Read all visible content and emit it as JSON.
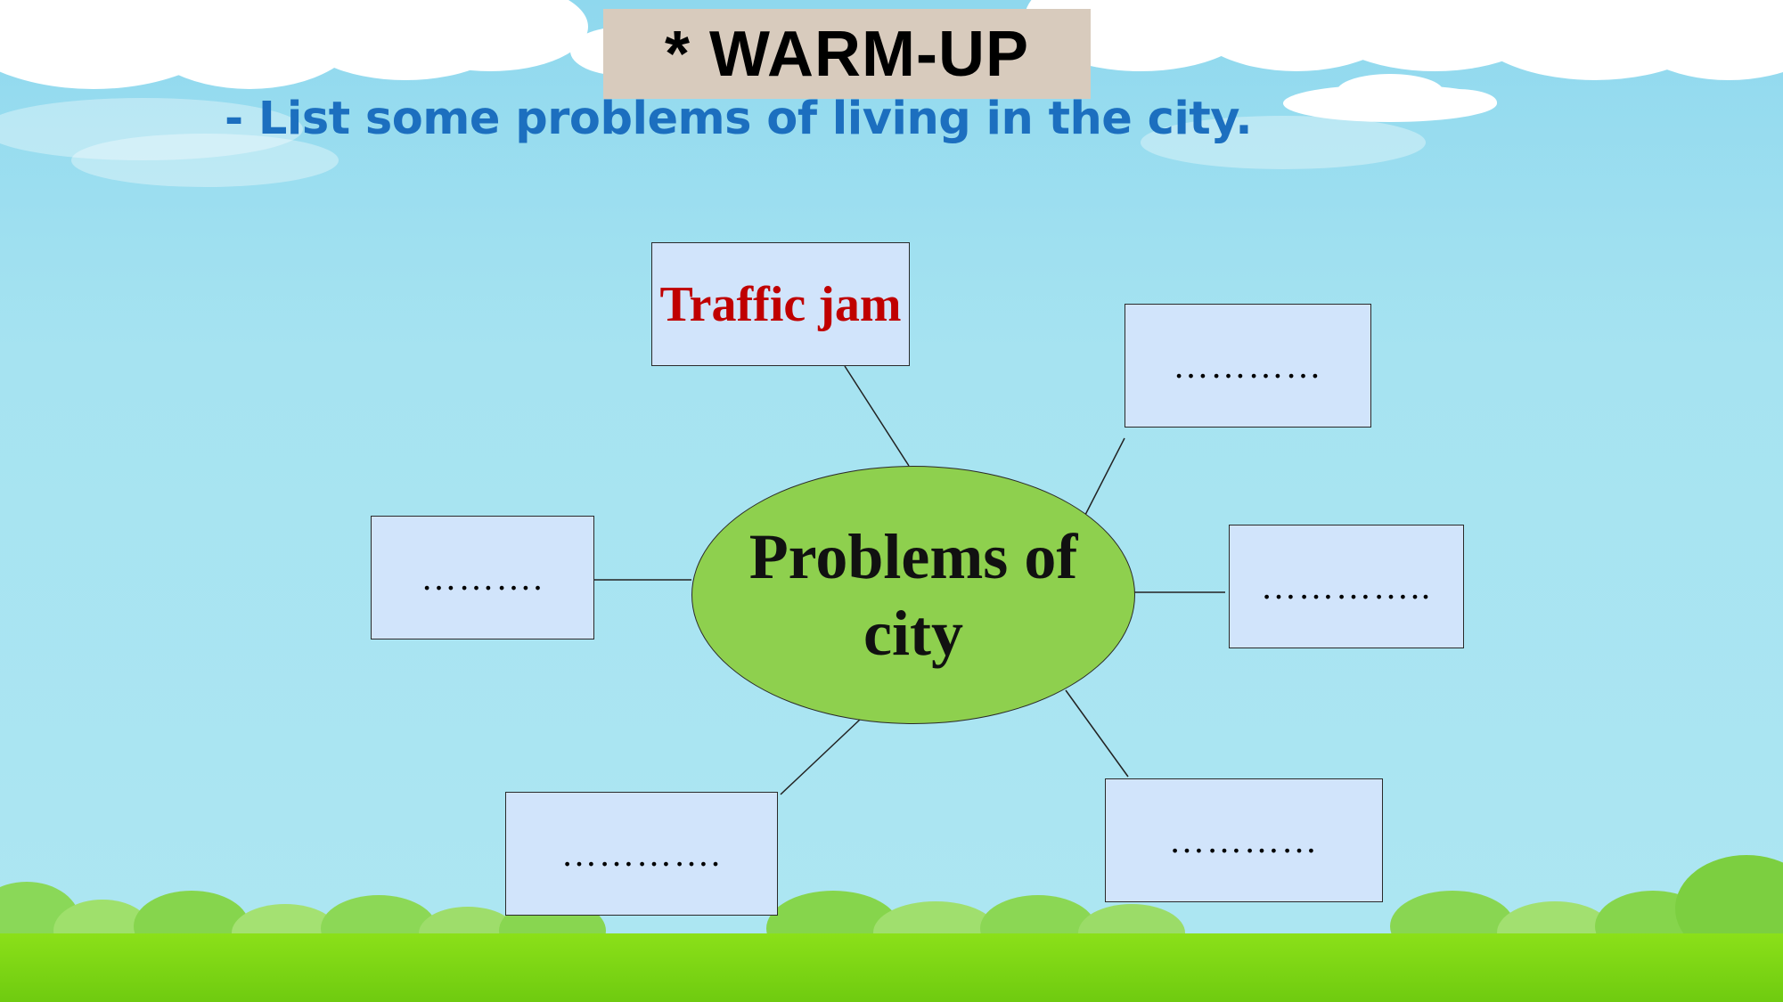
{
  "slide": {
    "title": "* WARM-UP",
    "instruction": "- List some problems of living in the city."
  },
  "diagram": {
    "center": "Problems of city",
    "nodes": [
      {
        "id": "top",
        "text": "Traffic jam",
        "filled": true
      },
      {
        "id": "top-right",
        "text": "…………",
        "filled": false
      },
      {
        "id": "left",
        "text": "……….",
        "filled": false
      },
      {
        "id": "right",
        "text": "…………..",
        "filled": false
      },
      {
        "id": "bottom-left",
        "text": "………….",
        "filled": false
      },
      {
        "id": "bottom-right",
        "text": "…………",
        "filled": false
      }
    ]
  },
  "colors": {
    "sky": "#a6e3f1",
    "title_bg": "#d8cbbd",
    "instruction": "#1c6fbf",
    "box_fill": "#d1e4fb",
    "ellipse_fill": "#8ed04e",
    "answer": "#c00000",
    "grass": "#7ed31a"
  }
}
